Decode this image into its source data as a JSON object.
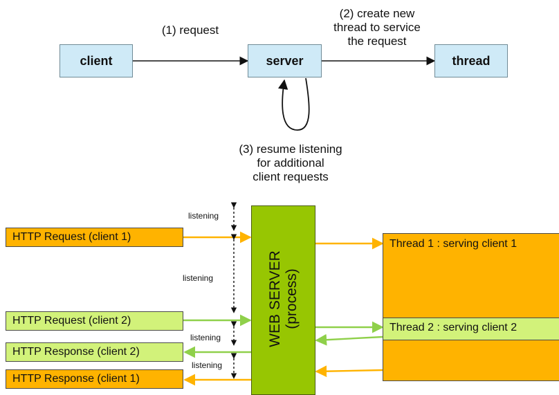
{
  "top": {
    "client": "client",
    "server": "server",
    "thread": "thread",
    "request": "(1) request",
    "create": [
      "(2) create new",
      "thread to service",
      "the request"
    ],
    "resume": [
      "(3) resume listening",
      "for additional",
      "client requests"
    ]
  },
  "bottom": {
    "req1": "HTTP Request (client 1)",
    "req2": "HTTP Request (client 2)",
    "resp2": "HTTP Response (client 2)",
    "resp1": "HTTP Response (client 1)",
    "listening": "listening",
    "server_line1": "WEB SERVER",
    "server_line2": "(process)",
    "thread1": "Thread 1 : serving client 1",
    "thread2": "Thread 2 : serving client 2"
  },
  "colors": {
    "box_fill": "#cfeaf7",
    "orange": "#ffb300",
    "light_green": "#d2f27a",
    "server_green": "#97c602"
  }
}
